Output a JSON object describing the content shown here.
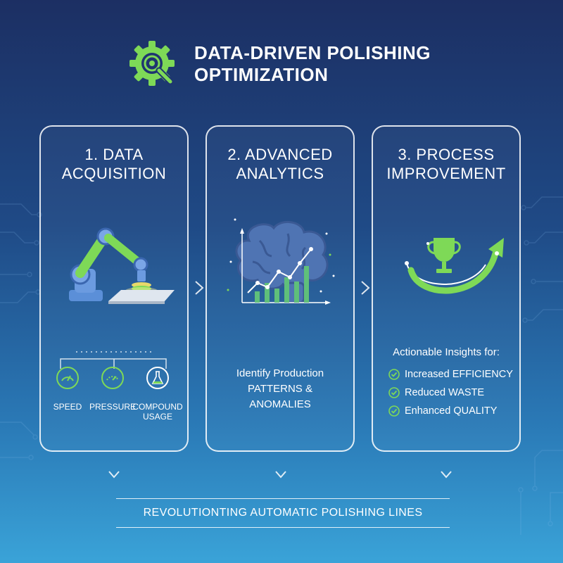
{
  "header": {
    "title_line1": "DATA-DRIVEN POLISHING",
    "title_line2": "OPTIMIZATION",
    "logo_icon": "gear-magnifier-icon"
  },
  "colors": {
    "accent_green": "#7ed957",
    "icon_blue": "#5b8fd8",
    "text": "#ffffff"
  },
  "cards": [
    {
      "title_line1": "1. DATA",
      "title_line2": "ACQUISITION",
      "illustration": "robot-arm-polishing-icon",
      "metrics": [
        {
          "icon": "speedometer-icon",
          "label_line1": "SPEED",
          "label_line2": ""
        },
        {
          "icon": "pressure-gauge-icon",
          "label_line1": "PRESSURE",
          "label_line2": ""
        },
        {
          "icon": "flask-icon",
          "label_line1": "COMPOUND",
          "label_line2": "USAGE"
        }
      ]
    },
    {
      "title_line1": "2. ADVANCED",
      "title_line2": "ANALYTICS",
      "illustration": "brain-chart-icon",
      "desc_line1": "Identify Production",
      "desc_line2": "PATTERNS &",
      "desc_line3": "ANOMALIES"
    },
    {
      "title_line1": "3. PROCESS",
      "title_line2": "IMPROVEMENT",
      "illustration": "trophy-arrow-icon",
      "insights_heading": "Actionable Insights for:",
      "insights": [
        {
          "icon": "check-circle-icon",
          "text": "Increased EFFICIENCY"
        },
        {
          "icon": "check-circle-icon",
          "text": "Reduced WASTE"
        },
        {
          "icon": "check-circle-icon",
          "text": "Enhanced QUALITY"
        }
      ]
    }
  ],
  "banner": {
    "text": "REVOLUTIONTING AUTOMATIC POLISHING LINES"
  }
}
